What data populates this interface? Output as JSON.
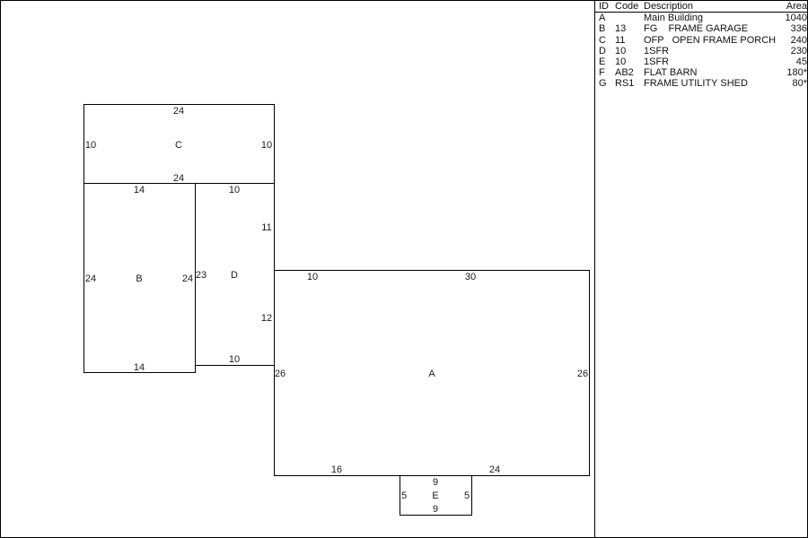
{
  "legend": {
    "headers": {
      "id": "ID",
      "code": "Code",
      "description": "Description",
      "area": "Area"
    },
    "rows": [
      {
        "id": "A",
        "code": "",
        "description": "Main Building",
        "area": "1040"
      },
      {
        "id": "B",
        "code": "13",
        "description": "FG    FRAME GARAGE",
        "area": "336"
      },
      {
        "id": "C",
        "code": "11",
        "description": "OFP   OPEN FRAME PORCH",
        "area": "240"
      },
      {
        "id": "D",
        "code": "10",
        "description": "1SFR",
        "area": "230"
      },
      {
        "id": "E",
        "code": "10",
        "description": "1SFR",
        "area": "45"
      },
      {
        "id": "F",
        "code": "AB2",
        "description": "FLAT BARN",
        "area": "180*"
      },
      {
        "id": "G",
        "code": "RS1",
        "description": "FRAME UTILITY SHED",
        "area": "80*"
      }
    ]
  },
  "sketch": {
    "C": {
      "label": "C",
      "top": "24",
      "left": "10",
      "right": "10",
      "bottom": "24"
    },
    "B": {
      "label": "B",
      "top": "14",
      "left": "24",
      "right": "24",
      "bottom": "14"
    },
    "D": {
      "label": "D",
      "top": "10",
      "right_upper": "11",
      "left": "23",
      "right_lower": "12",
      "bottom": "10"
    },
    "A": {
      "label": "A",
      "top_left": "10",
      "top": "30",
      "left": "26",
      "right": "26",
      "bottom_left": "16",
      "bottom_right": "24"
    },
    "E": {
      "label": "E",
      "top": "9",
      "left": "5",
      "right": "5",
      "bottom": "9"
    }
  }
}
